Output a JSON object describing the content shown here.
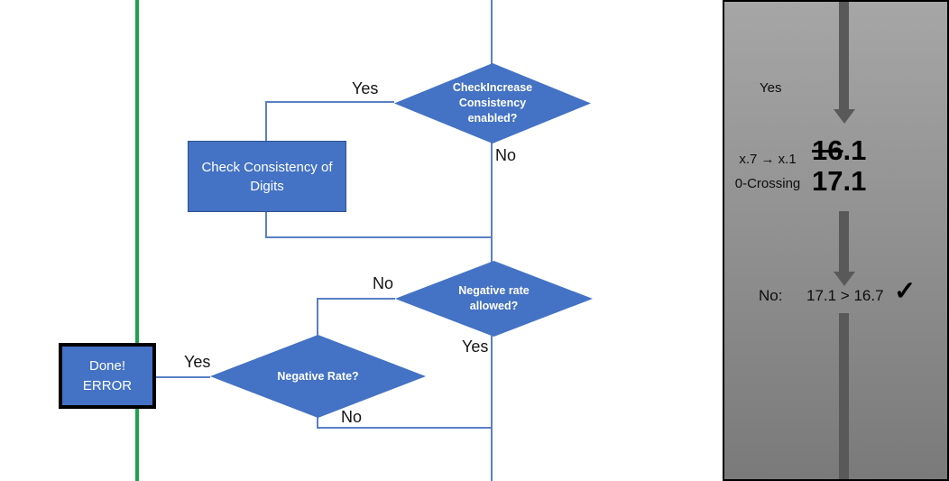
{
  "flowchart": {
    "check_increase_diamond": "CheckIncrease Consistency enabled?",
    "check_consistency_box": "Check Consistency of Digits",
    "negative_rate_allowed_diamond": "Negative rate allowed?",
    "negative_rate_diamond": "Negative Rate?",
    "done_error_box": "Done! ERROR",
    "labels": {
      "check_increase_yes": "Yes",
      "check_increase_no": "No",
      "negative_rate_allowed_no": "No",
      "negative_rate_allowed_yes": "Yes",
      "negative_rate_yes": "Yes",
      "negative_rate_no": "No"
    }
  },
  "panel": {
    "yes_label": "Yes",
    "annotation_line1": "x.7 → x.1",
    "annotation_line2": "0-Crossing",
    "value_old_struck": "16",
    "value_old_suffix": ".1",
    "value_new": "17.1",
    "result_prefix": "No:",
    "result_comparison": "17.1 > 16.7",
    "checkmark_icon": "✓"
  },
  "colors": {
    "shape_fill": "#4472C4",
    "shape_border": "#2F528F",
    "connector_blue": "#5B7FC4",
    "green_line": "#1FA24D",
    "arrow_gray": "#595959",
    "panel_gradient_top": "#A6A6A6",
    "panel_gradient_bottom": "#7A7A7A",
    "done_border": "#000000"
  }
}
